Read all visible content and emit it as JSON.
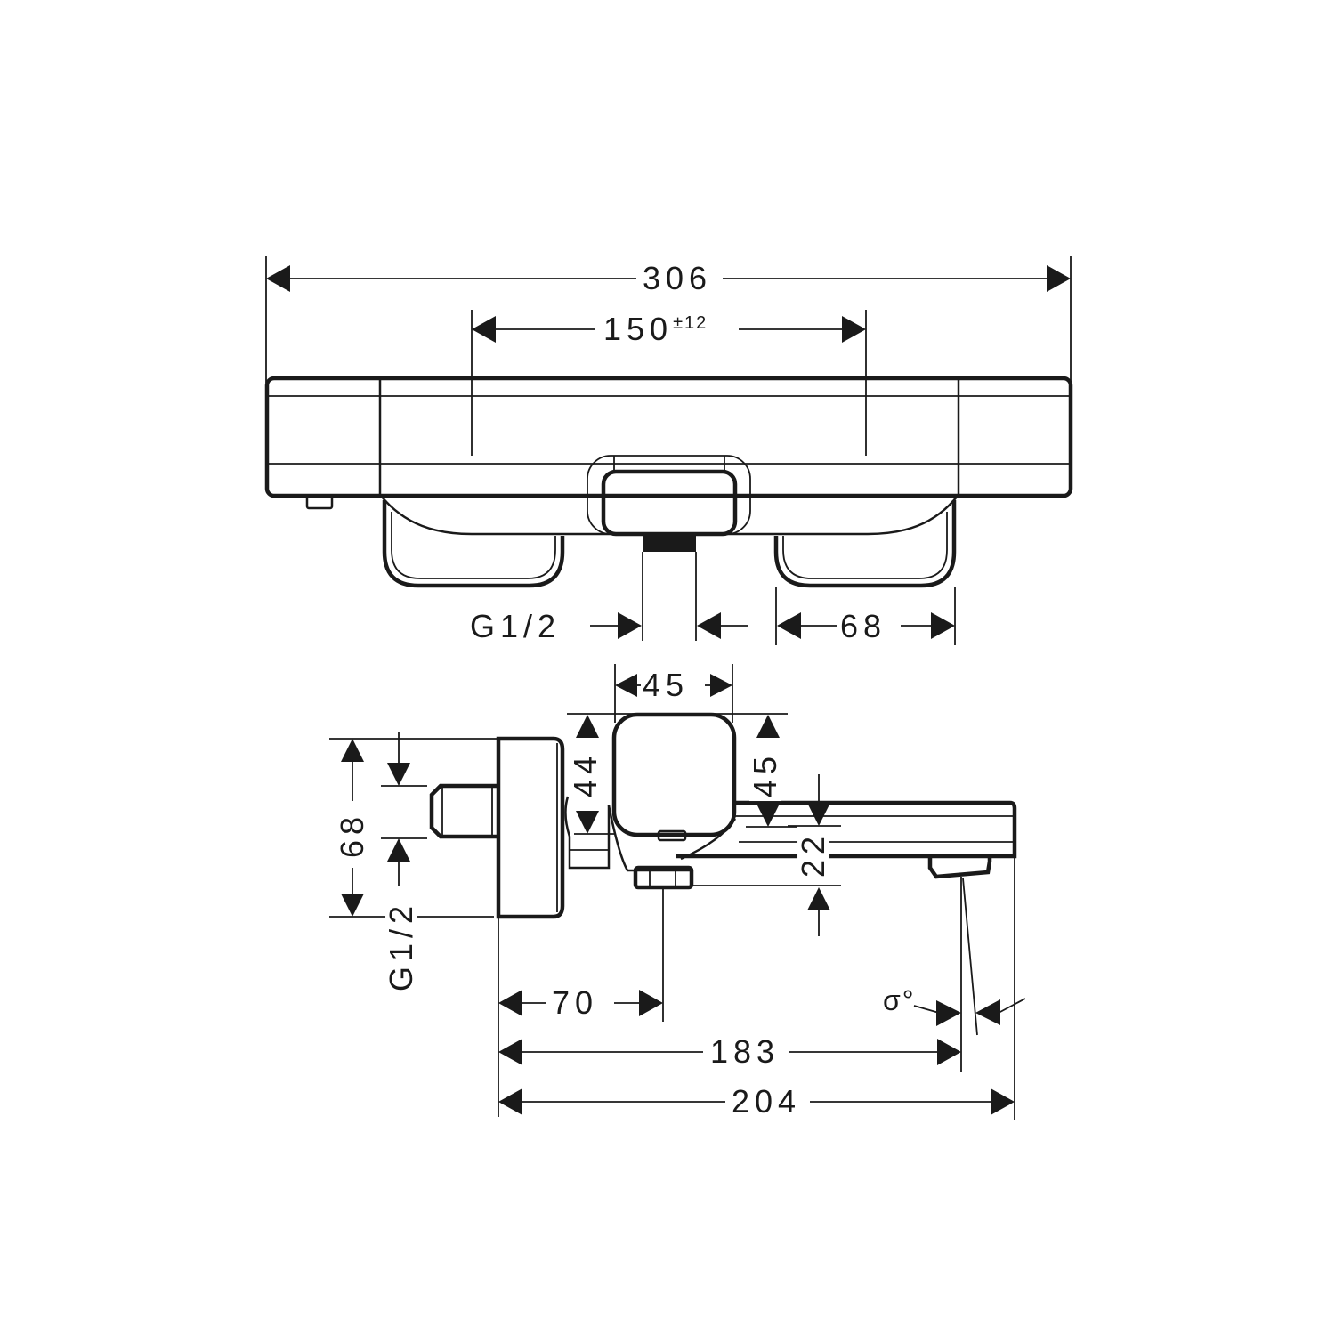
{
  "drawing": {
    "type": "technical dimension drawing",
    "subject": "exposed thermostatic bath mixer",
    "line_color": "#1a1a1a",
    "background": "#ffffff"
  },
  "top_view": {
    "overall_width": "306",
    "center_distance": "150",
    "center_tolerance": "±12",
    "connection_thread": "G1/2",
    "handle_width": "68"
  },
  "side_view": {
    "connector_width": "45",
    "connector_height_left": "44",
    "connector_height_right": "45",
    "body_diameter": "68",
    "connection_thread": "G1/2",
    "spout_offset": "22",
    "spout_drop": "22",
    "outlet_distance": "70",
    "spout_reach": "183",
    "overall_depth": "204",
    "spout_angle": "σ°"
  }
}
